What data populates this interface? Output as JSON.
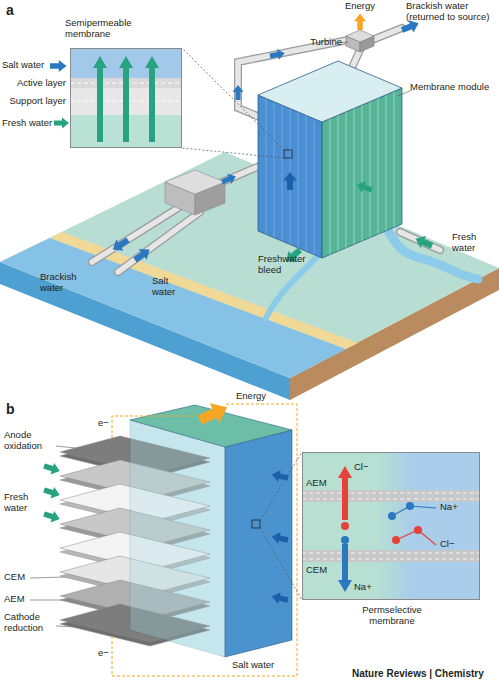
{
  "diagram": {
    "nodes": [
      {
        "text": [
          "Semipermeable membrane"
        ]
      },
      {
        "text": [
          "Permselective membrane"
        ]
      }
    ],
    "labels": [
      "a",
      "Energy",
      "Brackish water (returned to source)",
      "Turbine",
      "Membrane module",
      "Salt water",
      "Active layer",
      "Support layer",
      "Fresh water",
      "Fresh water",
      "Freshwater bleed",
      "Brackish water",
      "Salt water",
      "b",
      "Energy",
      "e−",
      "Anode oxidation",
      "Fresh water",
      "CEM",
      "AEM",
      "Cathode reduction",
      "e−",
      "Salt water",
      "AEM",
      "CEM",
      "Cl−",
      "Na+",
      "Na+",
      "Cl−",
      "Nature Reviews | Chemistry"
    ]
  }
}
